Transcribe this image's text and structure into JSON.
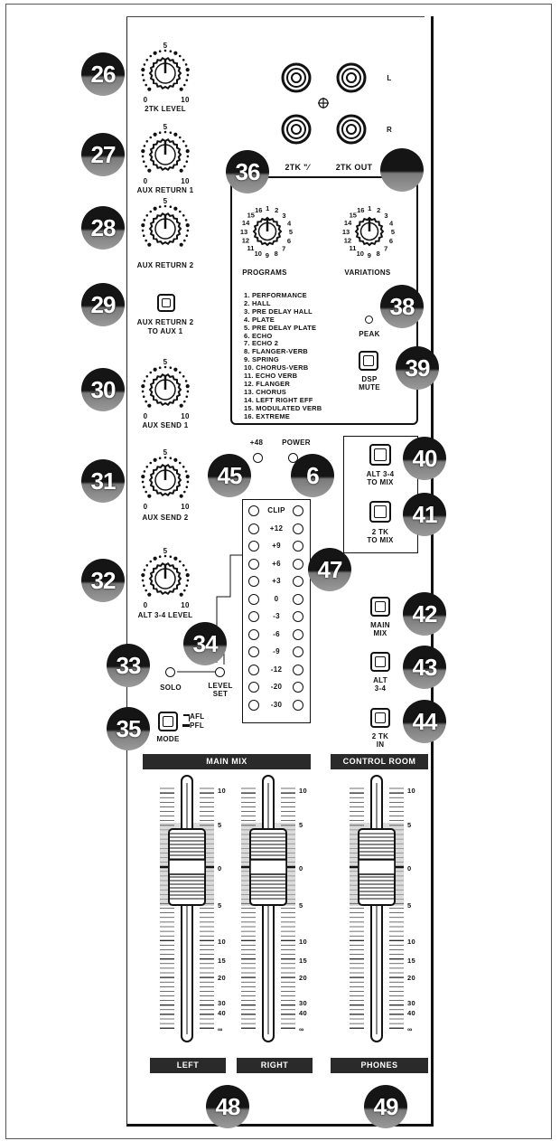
{
  "callouts": [
    "26",
    "27",
    "28",
    "29",
    "30",
    "31",
    "32",
    "33",
    "34",
    "35",
    "36",
    "38",
    "39",
    "40",
    "41",
    "42",
    "43",
    "44",
    "45",
    "6",
    "47",
    "48",
    "49"
  ],
  "knobs": {
    "scale_top": "5",
    "scale_min": "0",
    "scale_max": "10",
    "labels": [
      "2TK LEVEL",
      "AUX RETURN 1",
      "AUX RETURN 2",
      "AUX SEND 1",
      "AUX SEND 2",
      "ALT 3-4 LEVEL"
    ]
  },
  "switch_aux_return": {
    "label_line1": "AUX RETURN 2",
    "label_line2": "TO AUX 1"
  },
  "rca": {
    "left": "L",
    "right": "R",
    "in_label": "2TK \"⁄",
    "out_label": "2TK OUT"
  },
  "fx": {
    "programs_label": "PROGRAMS",
    "variations_label": "VARIATIONS",
    "dial_numbers": [
      "16",
      "1",
      "2",
      "3",
      "4",
      "5",
      "6",
      "7",
      "8",
      "9",
      "10",
      "11",
      "12",
      "13",
      "14",
      "15"
    ],
    "programs": [
      "1. PERFORMANCE",
      "2. HALL",
      "3. PRE DELAY HALL",
      "4. PLATE",
      "5. PRE DELAY PLATE",
      "6. ECHO",
      "7. ECHO 2",
      "8. FLANGER-VERB",
      "9. SPRING",
      "10. CHORUS-VERB",
      "11. ECHO VERB",
      "12. FLANGER",
      "13. CHORUS",
      "14. LEFT RIGHT EFF",
      "15. MODULATED VERB",
      "16. EXTREME"
    ],
    "peak_label": "PEAK",
    "dsp_mute_label1": "DSP",
    "dsp_mute_label2": "MUTE"
  },
  "phantom_label": "+48",
  "power_label": "POWER",
  "meter_labels": [
    "CLIP",
    "+12",
    "+9",
    "+6",
    "+3",
    "0",
    "-3",
    "-6",
    "-9",
    "-12",
    "-20",
    "-30"
  ],
  "routing": {
    "alt34_mix": [
      "ALT 3-4",
      "TO MIX"
    ],
    "tk2_mix": [
      "2 TK",
      "TO MIX"
    ],
    "main_mix": [
      "MAIN",
      "MIX"
    ],
    "alt34": [
      "ALT",
      "3-4"
    ],
    "tk2_in": [
      "2 TK",
      "IN"
    ]
  },
  "solo_label": "SOLO",
  "level_set_label": [
    "LEVEL",
    "SET"
  ],
  "mode": {
    "label": "MODE",
    "afl": "AFL",
    "pfl": "PFL"
  },
  "section_bars": {
    "main_mix": "MAIN MIX",
    "control_room": "CONTROL ROOM"
  },
  "fader_scale": [
    "10",
    "5",
    "0",
    "5",
    "10",
    "15",
    "20",
    "30",
    "40",
    "∞"
  ],
  "fader_labels": {
    "left": "LEFT",
    "right": "RIGHT",
    "phones": "PHONES"
  }
}
